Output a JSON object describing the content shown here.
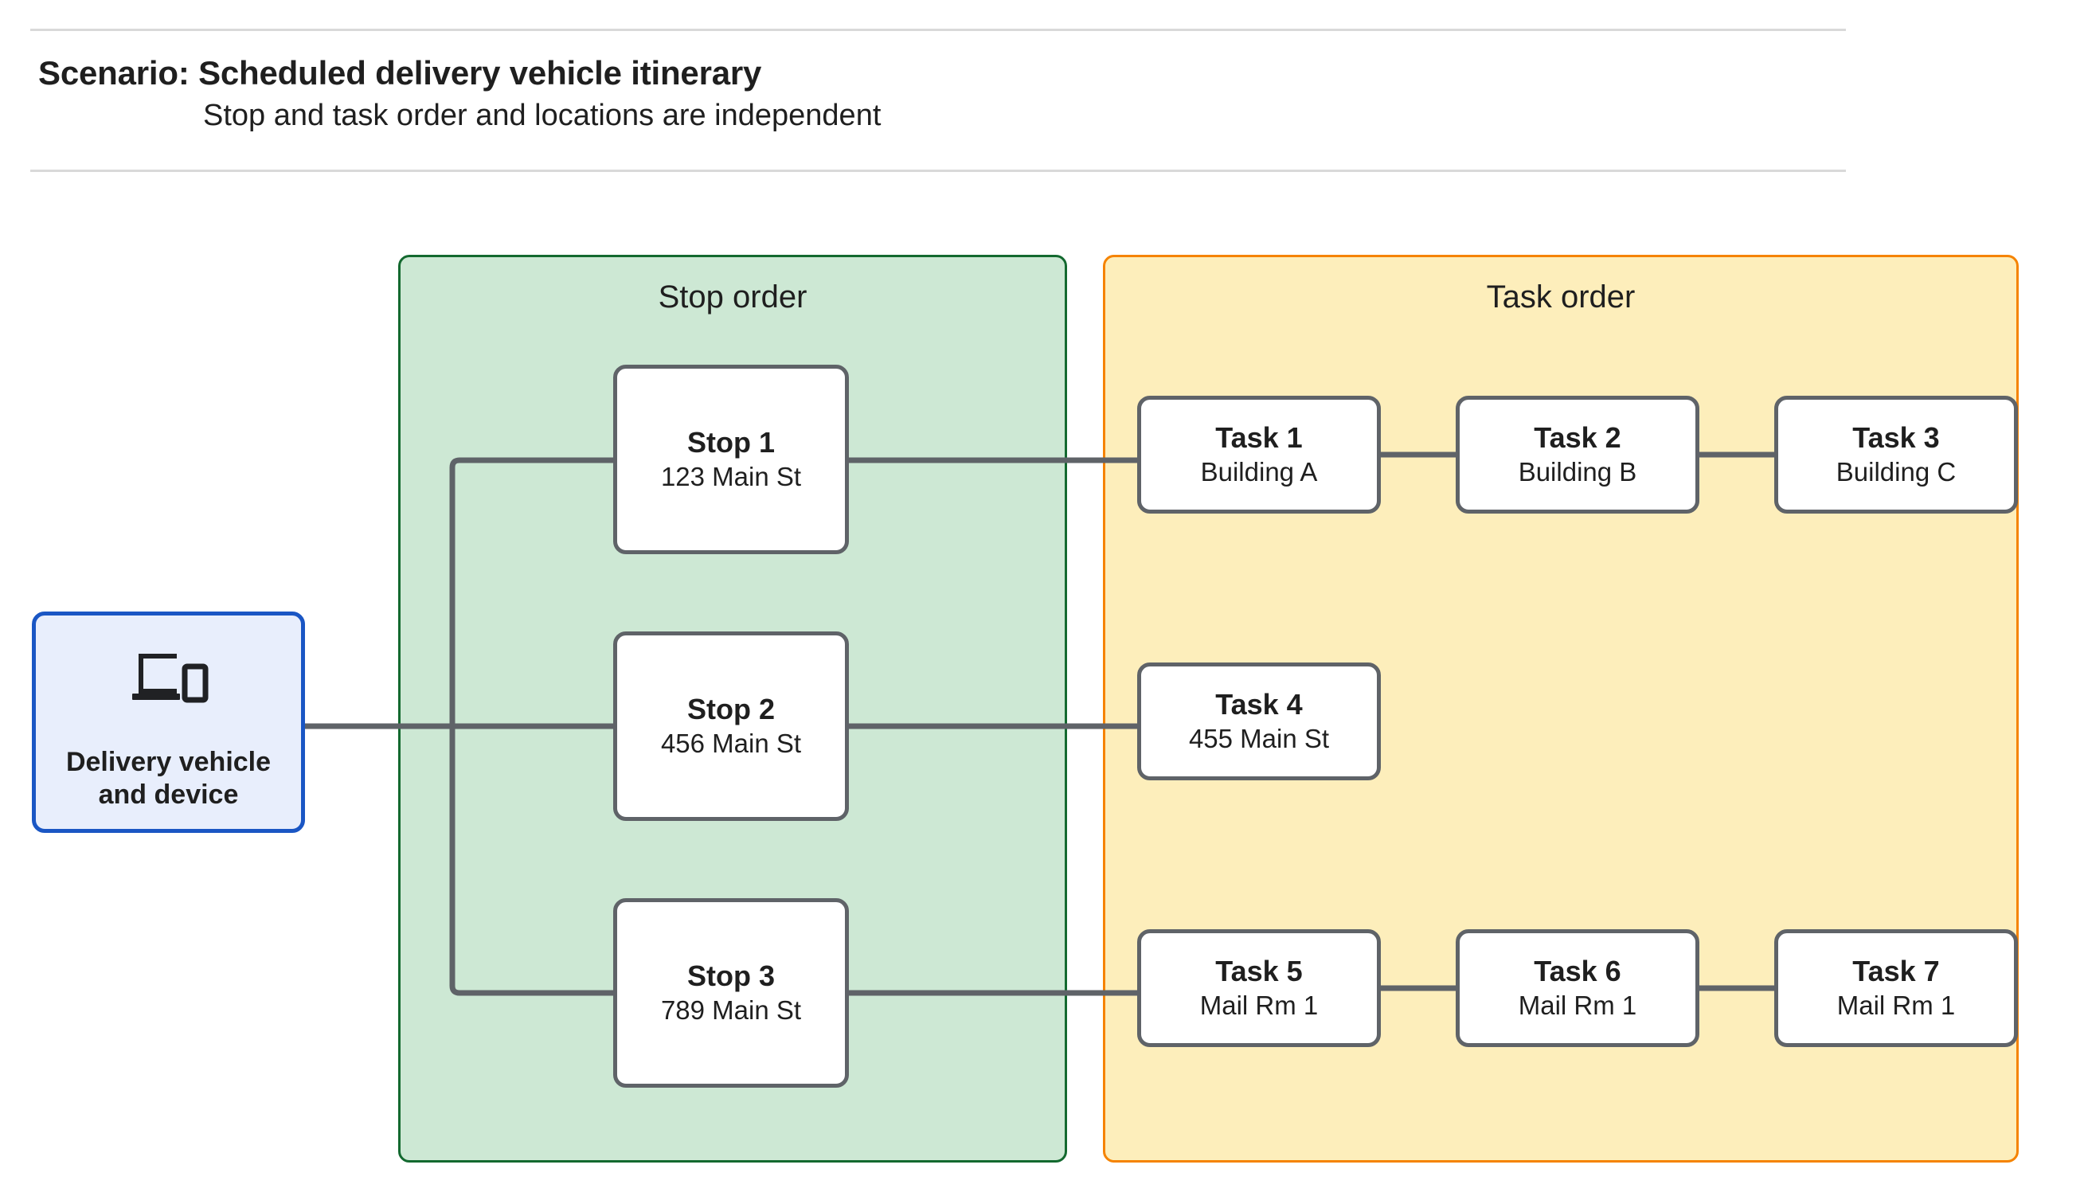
{
  "header": {
    "title": "Scenario: Scheduled delivery vehicle itinerary",
    "subtitle": "Stop and task order and locations are independent"
  },
  "vehicle": {
    "label": "Delivery vehicle\nand device",
    "icon": "devices-icon",
    "fill": "#e8eefc",
    "border": "#1a56c4"
  },
  "stop_panel": {
    "title": "Stop order",
    "fill": "#cde8d4",
    "border": "#13692f",
    "stops": [
      {
        "title": "Stop 1",
        "address": "123 Main St"
      },
      {
        "title": "Stop 2",
        "address": "456 Main St"
      },
      {
        "title": "Stop 3",
        "address": "789 Main St"
      }
    ]
  },
  "task_panel": {
    "title": "Task order",
    "fill": "#fdeebb",
    "border": "#f58300",
    "rows": [
      {
        "tasks": [
          {
            "title": "Task 1",
            "location": "Building A"
          },
          {
            "title": "Task 2",
            "location": "Building B"
          },
          {
            "title": "Task 3",
            "location": "Building C"
          }
        ]
      },
      {
        "tasks": [
          {
            "title": "Task 4",
            "location": "455 Main St"
          }
        ]
      },
      {
        "tasks": [
          {
            "title": "Task 5",
            "location": "Mail Rm 1"
          },
          {
            "title": "Task 6",
            "location": "Mail Rm 1"
          },
          {
            "title": "Task 7",
            "location": "Mail Rm 1"
          }
        ]
      }
    ]
  },
  "connector_color": "#5f6368",
  "rule_color": "#d9d9d9",
  "node_border_color": "#5f6368"
}
